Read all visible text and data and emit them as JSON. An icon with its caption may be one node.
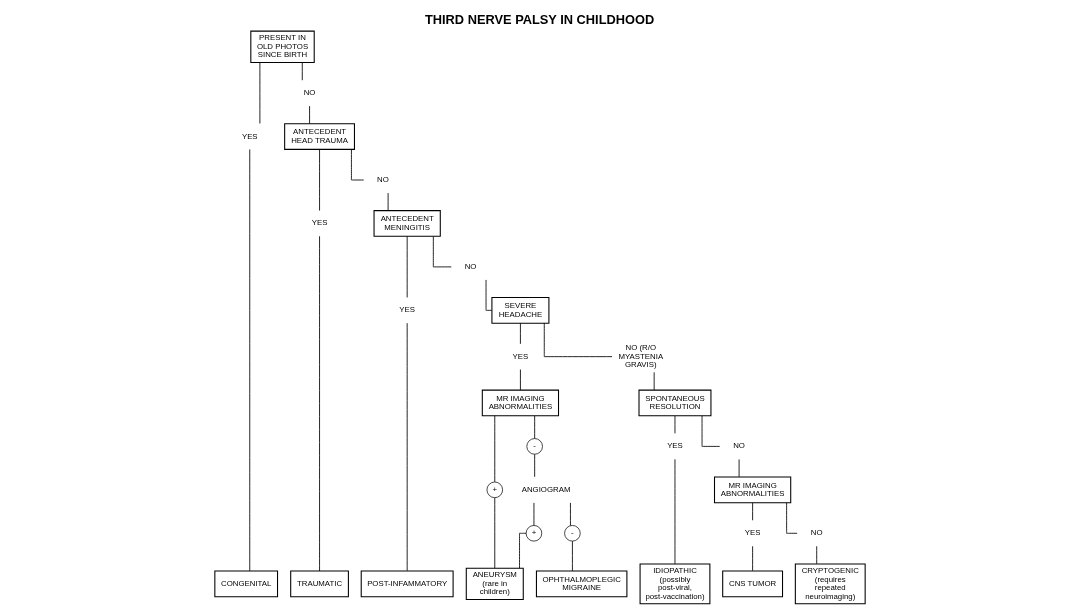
{
  "diagram": {
    "title": "THIRD NERVE PALSY IN CHILDHOOD",
    "nodes": [
      {
        "text": [
          "PRESENT IN OLD PHOTOS SINCE BIRTH"
        ]
      },
      {
        "text": [
          "YES"
        ]
      },
      {
        "text": [
          "NO"
        ]
      },
      {
        "text": [
          "ANTECEDENT HEAD TRAUMA"
        ]
      },
      {
        "text": [
          "YES"
        ]
      },
      {
        "text": [
          "NO"
        ]
      },
      {
        "text": [
          "ANTECEDENT MENINGITIS"
        ]
      },
      {
        "text": [
          "YES"
        ]
      },
      {
        "text": [
          "NO"
        ]
      },
      {
        "text": [
          "SEVERE HEADACHE"
        ]
      },
      {
        "text": [
          "YES"
        ]
      },
      {
        "text": [
          "NO (R/O MYASTENIA GRAVIS)"
        ]
      },
      {
        "text": [
          "SPONTANEOUS RESOLUTION"
        ]
      },
      {
        "text": [
          "MR IMAGING ABNORMALITIES"
        ]
      },
      {
        "text": [
          "+"
        ]
      },
      {
        "text": [
          "ANGIOGRAM"
        ]
      },
      {
        "text": [
          "-"
        ]
      },
      {
        "text": [
          "+"
        ]
      },
      {
        "text": [
          "-"
        ]
      },
      {
        "text": [
          "YES"
        ]
      },
      {
        "text": [
          "NO"
        ]
      },
      {
        "text": [
          "MR IMAGING ABNORMALITIES"
        ]
      },
      {
        "text": [
          "YES"
        ]
      },
      {
        "text": [
          "NO"
        ]
      },
      {
        "text": [
          "CONGENITAL"
        ]
      },
      {
        "text": [
          "TRAUMATIC"
        ]
      },
      {
        "text": [
          "POST-INFAMMATORY"
        ]
      },
      {
        "text": [
          "ANEURYSM (rare in children)"
        ]
      },
      {
        "text": [
          "OPHTHALMOPLEGIC MIGRAINE"
        ]
      },
      {
        "text": [
          "IDIOPATHIC (possibly post-viral, post-vaccination)"
        ]
      },
      {
        "text": [
          "CNS TUMOR"
        ]
      },
      {
        "text": [
          "CRYPTOGENIC (requires repeated neuroimaging)"
        ]
      }
    ],
    "edges": [
      {
        "from": 0,
        "to": 1,
        "arrow": "none"
      },
      {
        "from": 0,
        "to": 2,
        "arrow": "none"
      },
      {
        "from": 1,
        "to": 24,
        "arrow": "none"
      },
      {
        "from": 2,
        "to": 3,
        "arrow": "none"
      },
      {
        "from": 3,
        "to": 4,
        "arrow": "none"
      },
      {
        "from": 3,
        "to": 5,
        "arrow": "none"
      },
      {
        "from": 4,
        "to": 25,
        "arrow": "none"
      },
      {
        "from": 5,
        "to": 6,
        "arrow": "none"
      },
      {
        "from": 6,
        "to": 7,
        "arrow": "none"
      },
      {
        "from": 6,
        "to": 8,
        "arrow": "none"
      },
      {
        "from": 7,
        "to": 26,
        "arrow": "none"
      },
      {
        "from": 8,
        "to": 9,
        "arrow": "none"
      },
      {
        "from": 9,
        "to": 10,
        "arrow": "none"
      },
      {
        "from": 9,
        "to": 11,
        "arrow": "none"
      },
      {
        "from": 10,
        "to": 13,
        "arrow": "none"
      },
      {
        "from": 11,
        "to": 12,
        "arrow": "none"
      },
      {
        "from": 13,
        "to": 14,
        "arrow": "none"
      },
      {
        "from": 13,
        "to": 16,
        "arrow": "none"
      },
      {
        "from": 14,
        "to": 27,
        "arrow": "none"
      },
      {
        "from": 16,
        "to": 15,
        "arrow": "none"
      },
      {
        "from": 15,
        "to": 17,
        "arrow": "none"
      },
      {
        "from": 15,
        "to": 18,
        "arrow": "none"
      },
      {
        "from": 17,
        "to": 27,
        "arrow": "none"
      },
      {
        "from": 18,
        "to": 28,
        "arrow": "none"
      },
      {
        "from": 12,
        "to": 19,
        "arrow": "none"
      },
      {
        "from": 12,
        "to": 20,
        "arrow": "none"
      },
      {
        "from": 19,
        "to": 29,
        "arrow": "none"
      },
      {
        "from": 20,
        "to": 21,
        "arrow": "none"
      },
      {
        "from": 21,
        "to": 22,
        "arrow": "none"
      },
      {
        "from": 21,
        "to": 23,
        "arrow": "none"
      },
      {
        "from": 22,
        "to": 30,
        "arrow": "none"
      },
      {
        "from": 23,
        "to": 31,
        "arrow": "none"
      }
    ]
  }
}
